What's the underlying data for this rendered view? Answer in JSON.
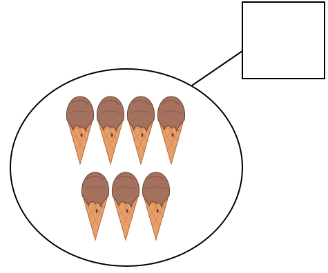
{
  "diagram": {
    "kind": "counting-set",
    "item_icon": "chocolate-ice-cream-cone-icon",
    "rows": [
      4,
      3
    ],
    "answer_box_value": "",
    "colors": {
      "outline": "#000000",
      "cone": "#E8A06A",
      "cone_hatch": "#C97A45",
      "scoop": "#A5715F",
      "scoop_dark": "#7A4A3C"
    }
  }
}
